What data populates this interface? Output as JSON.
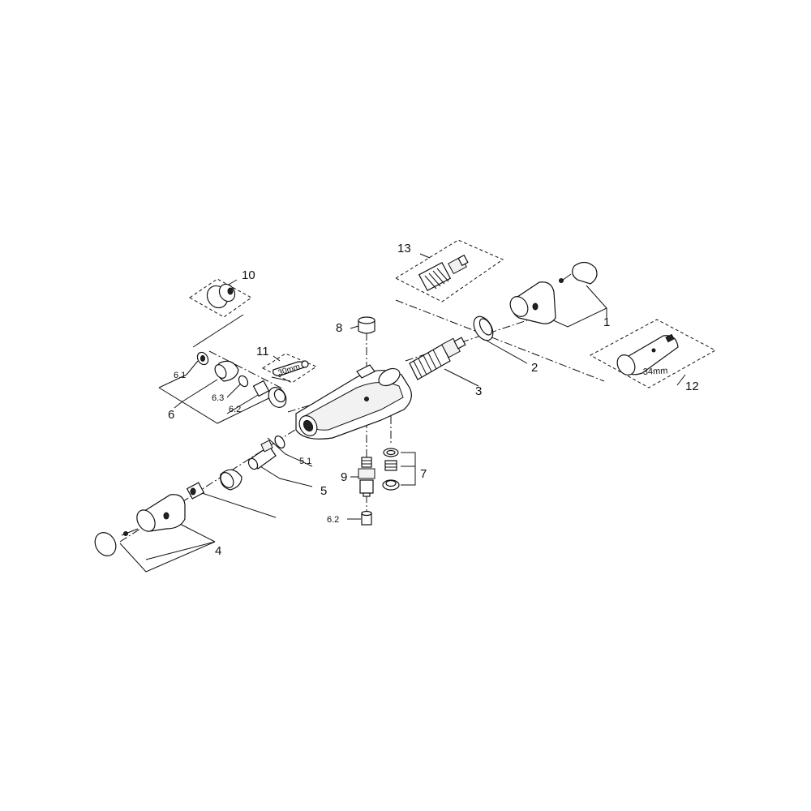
{
  "labels": {
    "p1": "1",
    "p2": "2",
    "p3": "3",
    "p4": "4",
    "p5": "5",
    "p5_1": "5.1",
    "p6": "6",
    "p6_1": "6.1",
    "p6_2": "6.2",
    "p6_3": "6.3",
    "p6_2b": "6.2",
    "p7": "7",
    "p8": "8",
    "p9": "9",
    "p10": "10",
    "p11": "11",
    "p12": "12",
    "p13": "13",
    "tool_size": "34mm",
    "tool_mark": "30mm"
  }
}
